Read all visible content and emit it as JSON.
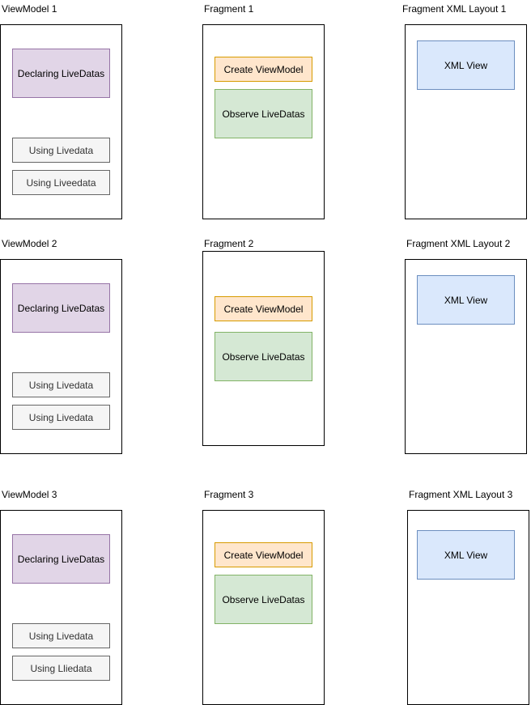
{
  "row1": {
    "viewmodel": {
      "title": "ViewModel 1",
      "declaring": "Declaring LiveDatas",
      "using_a": "Using Livedata",
      "using_b": "Using Liveedata"
    },
    "fragment": {
      "title": "Fragment 1",
      "create": "Create ViewModel",
      "observe": "Observe LiveDatas"
    },
    "layout": {
      "title": "Fragment XML Layout 1",
      "view": "XML View"
    }
  },
  "row2": {
    "viewmodel": {
      "title": "ViewModel 2",
      "declaring": "Declaring LiveDatas",
      "using_a": "Using Livedata",
      "using_b": "Using Livedata"
    },
    "fragment": {
      "title": "Fragment 2",
      "create": "Create ViewModel",
      "observe": "Observe LiveDatas"
    },
    "layout": {
      "title": "Fragment XML Layout 2",
      "view": "XML View"
    }
  },
  "row3": {
    "viewmodel": {
      "title": "ViewModel 3",
      "declaring": "Declaring LiveDatas",
      "using_a": "Using Livedata",
      "using_b": "Using Lliedata"
    },
    "fragment": {
      "title": "Fragment 3",
      "create": "Create ViewModel",
      "observe": "Observe LiveDatas"
    },
    "layout": {
      "title": "Fragment XML Layout 3",
      "view": "XML View"
    }
  },
  "colors": {
    "purple_fill": "#e1d5e7",
    "gray_fill": "#f5f5f5",
    "orange_fill": "#ffe6cc",
    "green_fill": "#d5e8d4",
    "blue_fill": "#dae8fc"
  }
}
